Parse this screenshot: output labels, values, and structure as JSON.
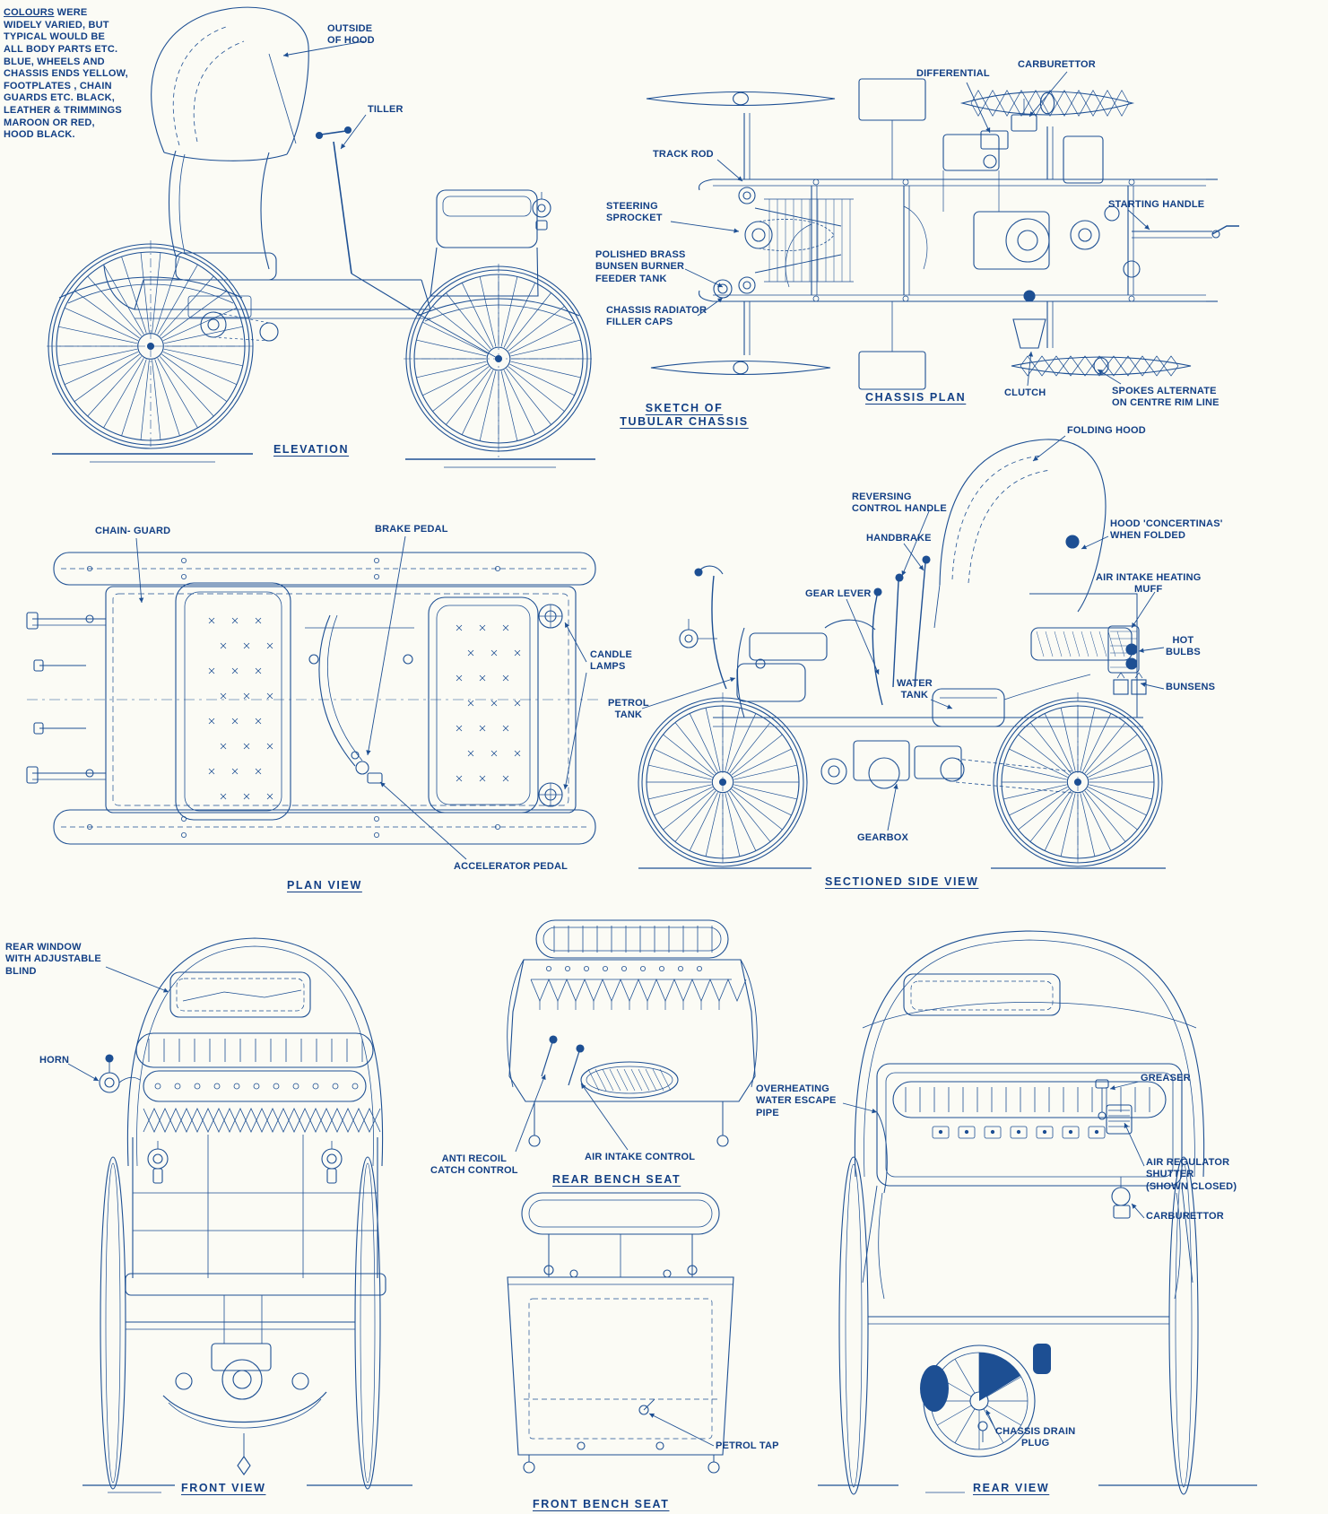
{
  "colors": {
    "ink": "#1d4f93",
    "text": "#123f85",
    "paper": "#fbfbf5"
  },
  "note": {
    "underlined": "COLOURS",
    "first_line_rest": " WERE",
    "lines": [
      "WIDELY VARIED, BUT",
      "TYPICAL WOULD BE",
      "ALL BODY PARTS ETC.",
      "BLUE, WHEELS AND",
      "CHASSIS ENDS YELLOW,",
      "FOOTPLATES , CHAIN",
      "GUARDS ETC. BLACK,",
      "LEATHER & TRIMMINGS",
      "MAROON OR RED,",
      "HOOD BLACK."
    ]
  },
  "captions": {
    "elevation": "ELEVATION",
    "sketch_of_tubular_chassis": "SKETCH OF\nTUBULAR CHASSIS",
    "chassis_plan": "CHASSIS PLAN",
    "plan_view": "PLAN VIEW",
    "sectioned_side_view": "SECTIONED SIDE VIEW",
    "front_view": "FRONT VIEW",
    "rear_bench_seat": "REAR BENCH SEAT",
    "front_bench_seat": "FRONT BENCH SEAT",
    "rear_view": "REAR VIEW"
  },
  "labels": {
    "outside_of_hood": "OUTSIDE\nOF HOOD",
    "tiller": "TILLER",
    "track_rod": "TRACK ROD",
    "steering_sprocket": "STEERING\nSPROCKET",
    "polished_brass": "POLISHED BRASS\nBUNSEN BURNER\nFEEDER TANK",
    "chassis_radiator": "CHASSIS RADIATOR\nFILLER CAPS",
    "differential": "DIFFERENTIAL",
    "carburettor_top": "CARBURETTOR",
    "starting_handle": "STARTING HANDLE",
    "clutch": "CLUTCH",
    "spokes_alternate": "SPOKES ALTERNATE\nON CENTRE RIM LINE",
    "chain_guard": "CHAIN- GUARD",
    "brake_pedal": "BRAKE PEDAL",
    "candle_lamps": "CANDLE\nLAMPS",
    "accelerator_pedal": "ACCELERATOR PEDAL",
    "folding_hood": "FOLDING HOOD",
    "reversing_control": "REVERSING\nCONTROL HANDLE",
    "hood_concertinas": "HOOD 'CONCERTINAS'\nWHEN FOLDED",
    "handbrake": "HANDBRAKE",
    "air_intake_muff": "AIR INTAKE HEATING\nMUFF",
    "gear_lever": "GEAR LEVER",
    "hot_bulbs": "HOT\nBULBS",
    "bunsens": "BUNSENS",
    "water_tank": "WATER\nTANK",
    "petrol_tank": "PETROL\nTANK",
    "gearbox": "GEARBOX",
    "rear_window": "REAR WINDOW\nWITH ADJUSTABLE\nBLIND",
    "horn": "HORN",
    "anti_recoil": "ANTI RECOIL\nCATCH CONTROL",
    "air_intake_control": "AIR INTAKE CONTROL",
    "overheating": "OVERHEATING\nWATER ESCAPE\nPIPE",
    "greaser": "GREASER",
    "air_regulator": "AIR REGULATOR\nSHUTTER\n(SHOWN CLOSED)",
    "carburettor_rear": "CARBURETTOR",
    "petrol_tap": "PETROL TAP",
    "chassis_drain": "CHASSIS DRAIN\nPLUG"
  }
}
